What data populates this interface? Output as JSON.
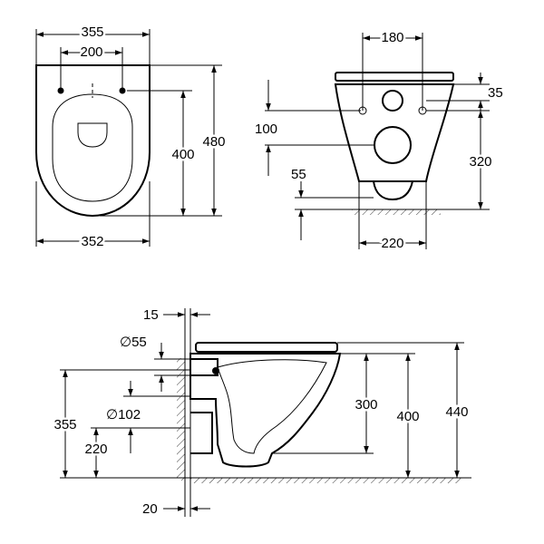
{
  "top_view": {
    "width_outer": "355",
    "hole_spacing": "200",
    "width_bottom": "352",
    "depth_inner": "400",
    "depth_total": "480"
  },
  "front_view": {
    "hole_spacing": "180",
    "top_offset": "35",
    "hole_gap": "100",
    "height": "320",
    "bottom_offset": "55",
    "base_width": "220"
  },
  "side_view": {
    "wall_gap_top": "15",
    "outlet_dia": "∅55",
    "inlet_dia": "∅102",
    "height_355": "355",
    "height_220": "220",
    "height_300": "300",
    "height_400": "400",
    "height_440": "440",
    "wall_gap_bottom": "20"
  }
}
